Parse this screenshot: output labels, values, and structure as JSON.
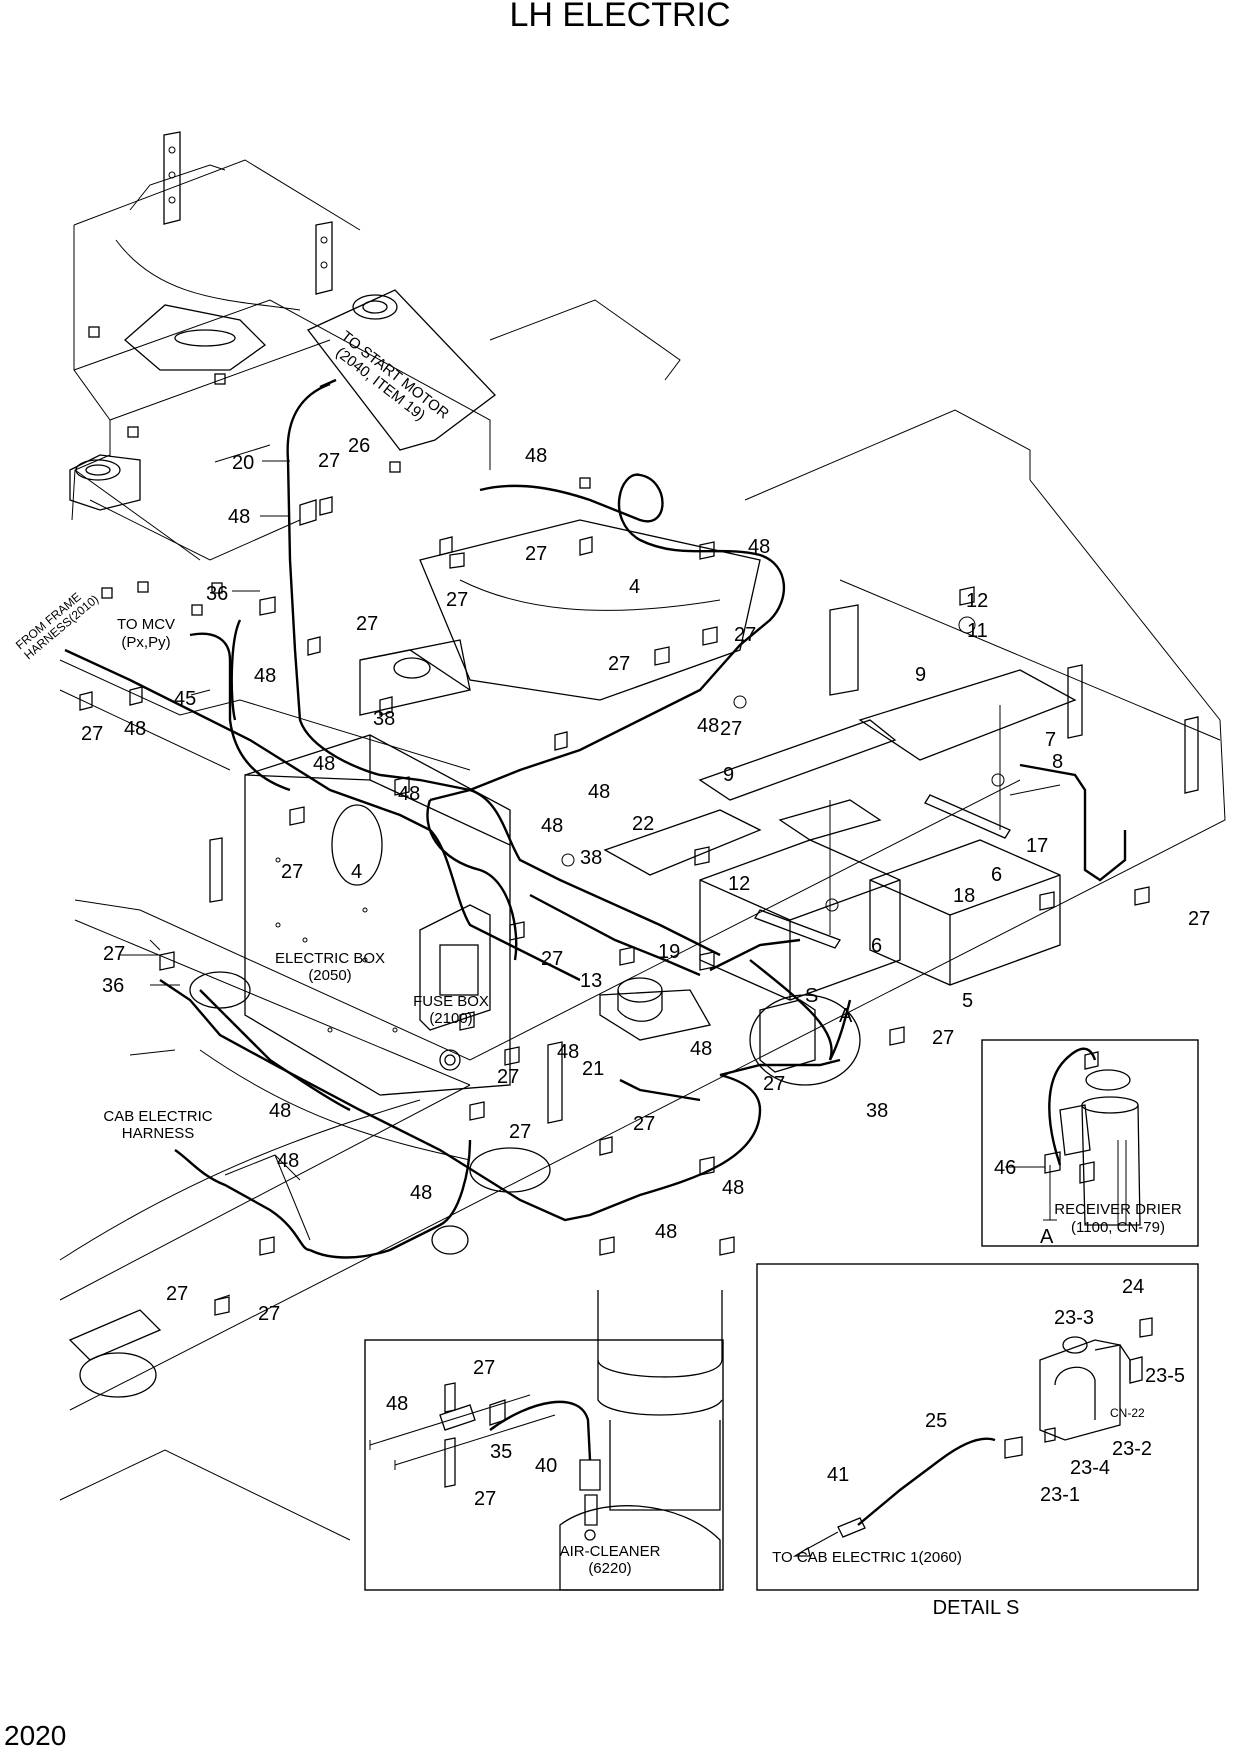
{
  "title": "LH ELECTRIC",
  "page_number": "2020",
  "part_labels": [
    {
      "id": "20",
      "t": "20"
    },
    {
      "id": "27a",
      "t": "27"
    },
    {
      "id": "26",
      "t": "26"
    },
    {
      "id": "48a",
      "t": "48"
    },
    {
      "id": "48b",
      "t": "48"
    },
    {
      "id": "27b",
      "t": "27"
    },
    {
      "id": "48c",
      "t": "48"
    },
    {
      "id": "4a",
      "t": "4"
    },
    {
      "id": "27c",
      "t": "27"
    },
    {
      "id": "36a",
      "t": "36"
    },
    {
      "id": "27d",
      "t": "27"
    },
    {
      "id": "27e",
      "t": "27"
    },
    {
      "id": "27f",
      "t": "27"
    },
    {
      "id": "48d",
      "t": "48"
    },
    {
      "id": "12a",
      "t": "12"
    },
    {
      "id": "11",
      "t": "11"
    },
    {
      "id": "27g",
      "t": "27"
    },
    {
      "id": "48e",
      "t": "48"
    },
    {
      "id": "9a",
      "t": "9"
    },
    {
      "id": "48f",
      "t": "48"
    },
    {
      "id": "7",
      "t": "7"
    },
    {
      "id": "27h",
      "t": "27"
    },
    {
      "id": "48g",
      "t": "48"
    },
    {
      "id": "45",
      "t": "45"
    },
    {
      "id": "38a",
      "t": "38"
    },
    {
      "id": "8",
      "t": "8"
    },
    {
      "id": "9b",
      "t": "9"
    },
    {
      "id": "48h",
      "t": "48"
    },
    {
      "id": "48i",
      "t": "48"
    },
    {
      "id": "48j",
      "t": "48"
    },
    {
      "id": "22",
      "t": "22"
    },
    {
      "id": "17",
      "t": "17"
    },
    {
      "id": "27i",
      "t": "27"
    },
    {
      "id": "4b",
      "t": "4"
    },
    {
      "id": "38b",
      "t": "38"
    },
    {
      "id": "12b",
      "t": "12"
    },
    {
      "id": "18",
      "t": "18"
    },
    {
      "id": "6a",
      "t": "6"
    },
    {
      "id": "27j",
      "t": "27"
    },
    {
      "id": "27k",
      "t": "27"
    },
    {
      "id": "6b",
      "t": "6"
    },
    {
      "id": "27l",
      "t": "27"
    },
    {
      "id": "19",
      "t": "19"
    },
    {
      "id": "36b",
      "t": "36"
    },
    {
      "id": "13",
      "t": "13"
    },
    {
      "id": "S",
      "t": "S"
    },
    {
      "id": "A1",
      "t": "A"
    },
    {
      "id": "5",
      "t": "5"
    },
    {
      "id": "27m",
      "t": "27"
    },
    {
      "id": "27n",
      "t": "27"
    },
    {
      "id": "48k",
      "t": "48"
    },
    {
      "id": "21",
      "t": "21"
    },
    {
      "id": "48l",
      "t": "48"
    },
    {
      "id": "27o",
      "t": "27"
    },
    {
      "id": "48m",
      "t": "48"
    },
    {
      "id": "38c",
      "t": "38"
    },
    {
      "id": "27p",
      "t": "27"
    },
    {
      "id": "27q",
      "t": "27"
    },
    {
      "id": "48n",
      "t": "48"
    },
    {
      "id": "48o",
      "t": "48"
    },
    {
      "id": "48p",
      "t": "48"
    },
    {
      "id": "48q",
      "t": "48"
    },
    {
      "id": "46",
      "t": "46"
    },
    {
      "id": "A2",
      "t": "A"
    },
    {
      "id": "27r",
      "t": "27"
    },
    {
      "id": "27s",
      "t": "27"
    },
    {
      "id": "24",
      "t": "24"
    },
    {
      "id": "27t",
      "t": "27"
    },
    {
      "id": "23-3",
      "t": "23-3"
    },
    {
      "id": "23-5",
      "t": "23-5"
    },
    {
      "id": "48r",
      "t": "48"
    },
    {
      "id": "CN-22",
      "t": "CN-22"
    },
    {
      "id": "25",
      "t": "25"
    },
    {
      "id": "23-2",
      "t": "23-2"
    },
    {
      "id": "35",
      "t": "35"
    },
    {
      "id": "23-4",
      "t": "23-4"
    },
    {
      "id": "41",
      "t": "41"
    },
    {
      "id": "23-1",
      "t": "23-1"
    },
    {
      "id": "40",
      "t": "40"
    },
    {
      "id": "27u",
      "t": "27"
    }
  ],
  "captions": {
    "start_motor_1": "TO START MOTOR",
    "start_motor_2": "(2040, ITEM 19)",
    "from_frame_1": "FROM FRAME",
    "from_frame_2": "HARNESS(2010)",
    "to_mcv_1": "TO MCV",
    "to_mcv_2": "(Px,Py)",
    "electric_box_1": "ELECTRIC BOX",
    "electric_box_2": "(2050)",
    "fuse_box_1": "FUSE BOX",
    "fuse_box_2": "(2100)",
    "cab_harness_1": "CAB ELECTRIC",
    "cab_harness_2": "HARNESS",
    "receiver_1": "RECEIVER DRIER",
    "receiver_2": "(1100, CN-79)",
    "air_cleaner_1": "AIR-CLEANER",
    "air_cleaner_2": "(6220)",
    "to_cab": "TO CAB ELECTRIC 1(2060)",
    "detail_s": "DETAIL  S"
  }
}
